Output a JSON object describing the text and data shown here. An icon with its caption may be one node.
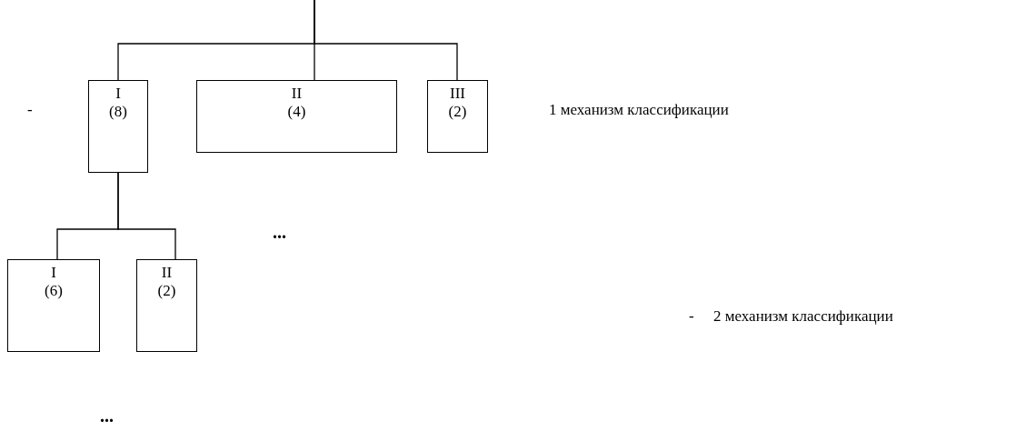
{
  "diagram": {
    "nodes": [
      {
        "text": [
          "I",
          "(8)"
        ]
      },
      {
        "text": [
          "II",
          "(4)"
        ]
      },
      {
        "text": [
          "III",
          "(2)"
        ]
      },
      {
        "text": [
          "I",
          "(6)"
        ]
      },
      {
        "text": [
          "II",
          "(2)"
        ]
      }
    ],
    "edges": [
      {
        "from": null,
        "to": 0,
        "arrow": "none"
      },
      {
        "from": null,
        "to": 1,
        "arrow": "none"
      },
      {
        "from": null,
        "to": 2,
        "arrow": "none"
      },
      {
        "from": 0,
        "to": 3,
        "arrow": "none"
      },
      {
        "from": 0,
        "to": 4,
        "arrow": "none"
      }
    ],
    "labels": [
      "-",
      "1 механизм классификации",
      "...",
      "-",
      "2 механизм классификации",
      "..."
    ]
  }
}
